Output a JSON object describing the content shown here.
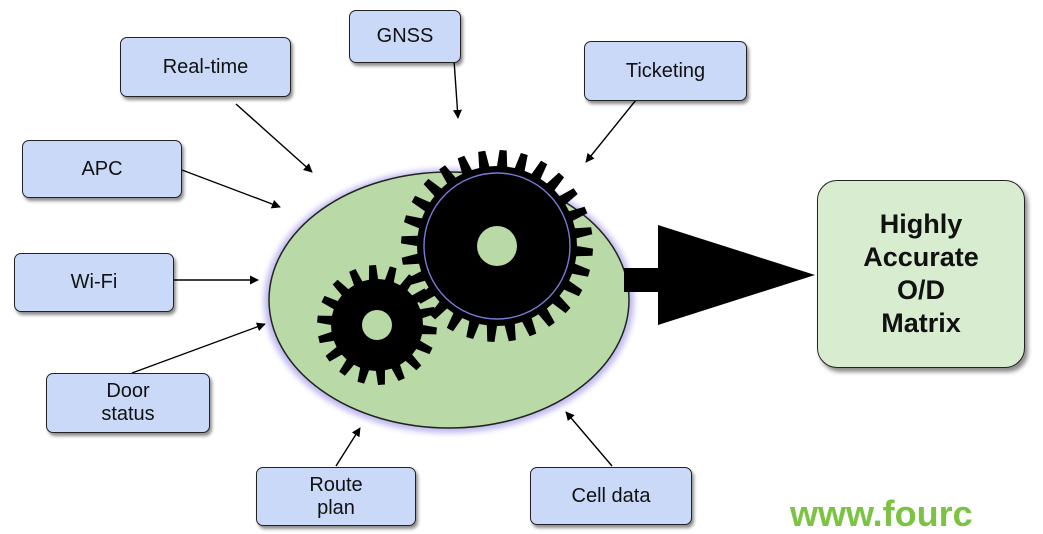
{
  "sources": [
    {
      "id": "gnss",
      "label": "GNSS"
    },
    {
      "id": "real-time",
      "label": "Real-time"
    },
    {
      "id": "ticketing",
      "label": "Ticketing"
    },
    {
      "id": "apc",
      "label": "APC"
    },
    {
      "id": "wifi",
      "label": "Wi-Fi"
    },
    {
      "id": "door-status",
      "label": "Door\nstatus"
    },
    {
      "id": "route-plan",
      "label": "Route\nplan"
    },
    {
      "id": "cell-data",
      "label": "Cell data"
    }
  ],
  "output": {
    "label": "Highly\nAccurate\nO/D\nMatrix"
  },
  "watermark": "www.fourc",
  "colors": {
    "source_fill": "#c9d9f7",
    "processor_fill": "#b9d9a6",
    "output_fill": "#d8ecd0",
    "gear": "#000000",
    "watermark": "#7cc243"
  },
  "icons": {
    "processor": "gears-icon"
  }
}
